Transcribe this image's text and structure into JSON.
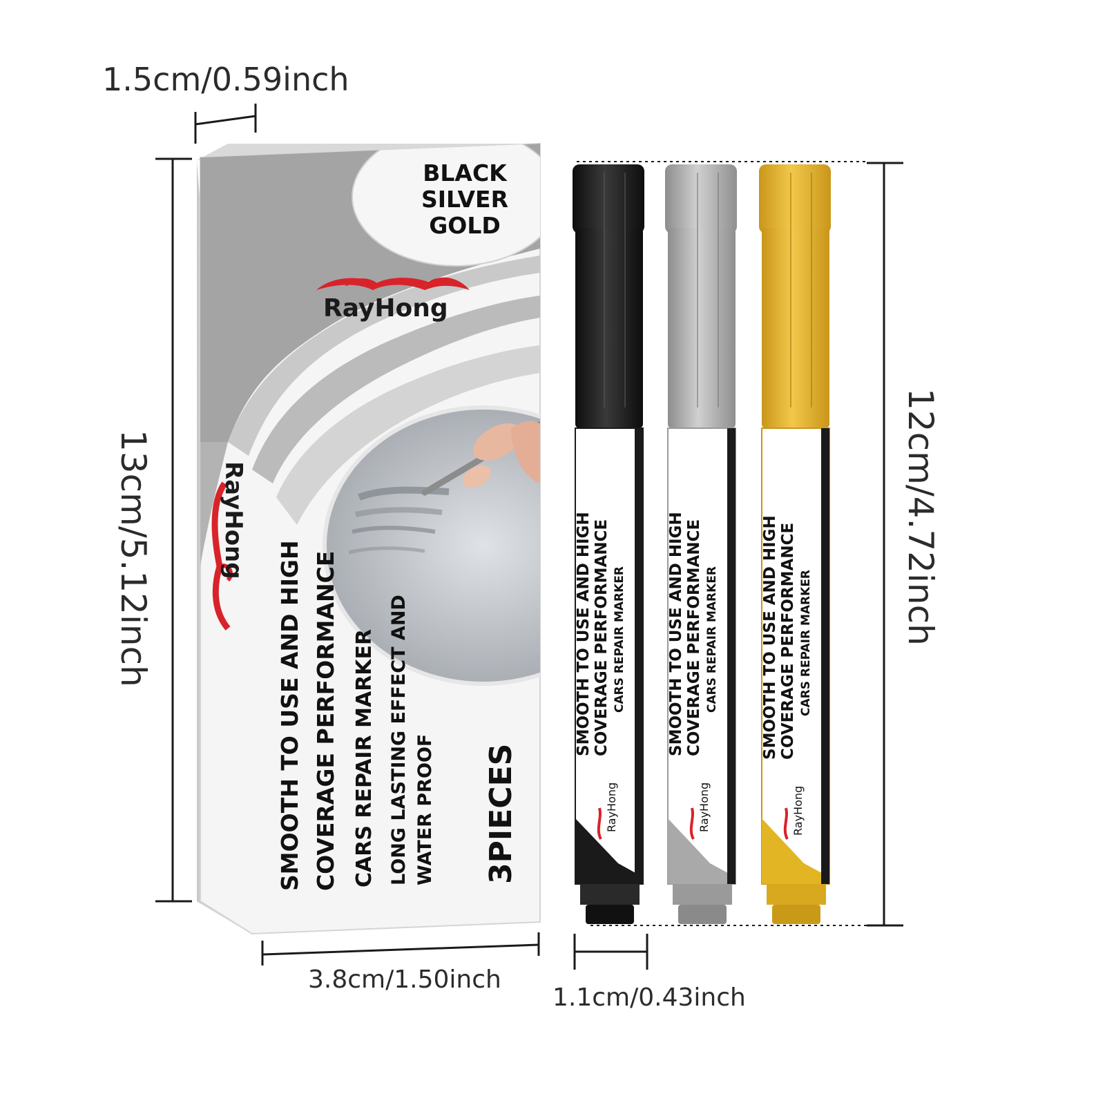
{
  "dimensions": {
    "box_depth": "1.5cm/0.59inch",
    "box_height": "13cm/5.12inch",
    "box_width": "3.8cm/1.50inch",
    "pen_length": "12cm/4.72inch",
    "pen_diameter": "1.1cm/0.43inch"
  },
  "box": {
    "colors_badge": [
      "BLACK",
      "SILVER",
      "GOLD"
    ],
    "brand": "RayHong",
    "side_brand": "RayHong",
    "headline_1": "SMOOTH TO USE AND HIGH",
    "headline_2": "COVERAGE PERFORMANCE",
    "subtitle": "CARS REPAIR MARKER",
    "feature_1": "LONG LASTING EFFECT AND",
    "feature_2": "WATER PROOF",
    "count": "3PIECES"
  },
  "pens": [
    {
      "color_name": "black",
      "color": "#1a1a1a",
      "line1": "SMOOTH TO USE AND HIGH",
      "line2": "COVERAGE PERFORMANCE",
      "line3": "CARS REPAIR MARKER",
      "brand": "RayHong"
    },
    {
      "color_name": "silver",
      "color": "#a9a9a9",
      "line1": "SMOOTH TO USE AND HIGH",
      "line2": "COVERAGE PERFORMANCE",
      "line3": "CARS REPAIR MARKER",
      "brand": "RayHong"
    },
    {
      "color_name": "gold",
      "color": "#e2b524",
      "line1": "SMOOTH TO USE AND HIGH",
      "line2": "COVERAGE PERFORMANCE",
      "line3": "CARS REPAIR MARKER",
      "brand": "RayHong"
    }
  ],
  "colors": {
    "box_grey": "#9e9e9e",
    "box_light": "#e9e9e9",
    "logo_red": "#d8232a"
  }
}
